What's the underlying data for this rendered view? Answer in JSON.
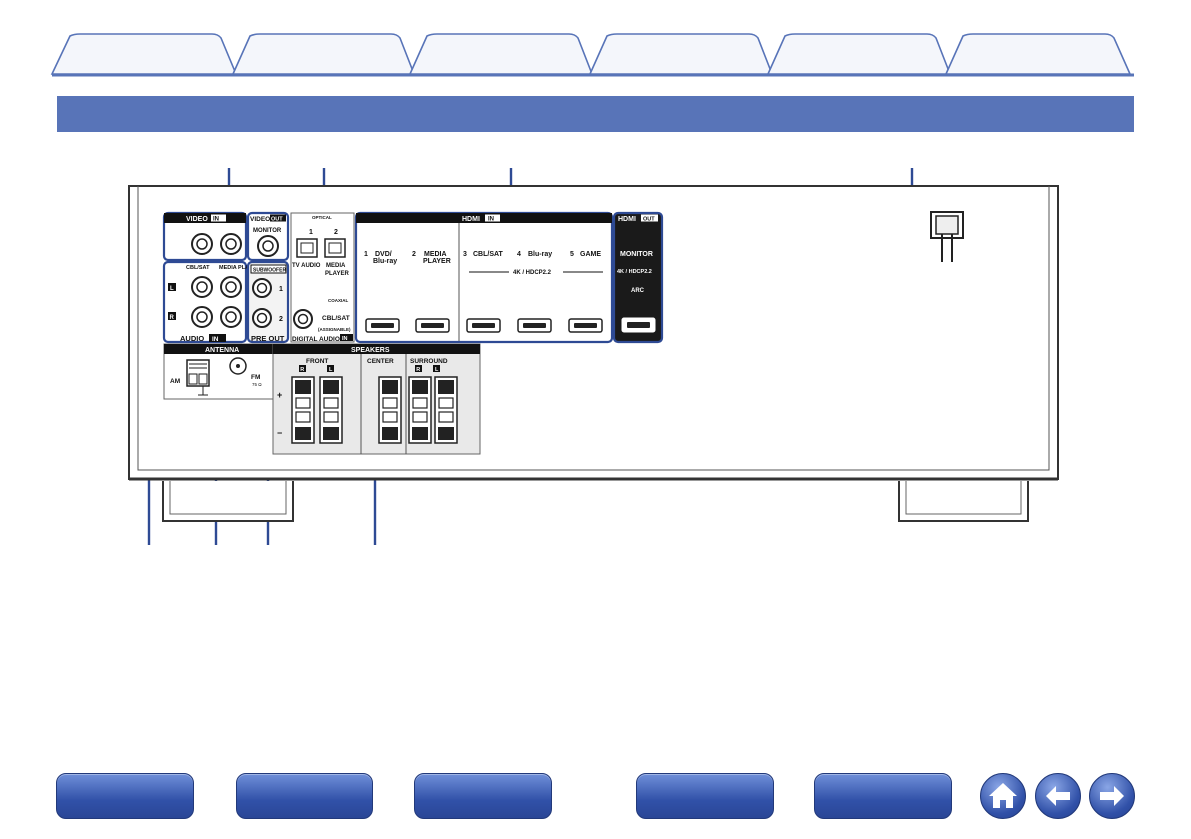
{
  "tabs": [
    {
      "label": ""
    },
    {
      "label": ""
    },
    {
      "label": ""
    },
    {
      "label": ""
    },
    {
      "label": ""
    },
    {
      "label": ""
    }
  ],
  "section_title": "",
  "panel": {
    "video_in": {
      "title": "VIDEO",
      "badge": "IN",
      "labels": [
        "CBL/SAT",
        "MEDIA PLAYER"
      ]
    },
    "video_out": {
      "title": "VIDEO",
      "badge": "OUT",
      "label": "MONITOR"
    },
    "audio_in": {
      "title": "AUDIO",
      "badge": "IN",
      "ch_l": "L",
      "ch_r": "R"
    },
    "pre_out": {
      "title": "PRE OUT",
      "badge": "SUBWOOFER",
      "ports": [
        "1",
        "2"
      ]
    },
    "digital": {
      "optical": "OPTICAL",
      "opt_nums": [
        "1",
        "2"
      ],
      "opt_labels": [
        "TV AUDIO",
        "MEDIA",
        "PLAYER"
      ],
      "coaxial": "COAXIAL",
      "coax_label": "CBL/SAT",
      "assignable": "(ASSIGNABLE)",
      "title": "DIGITAL AUDIO",
      "badge": "IN"
    },
    "hdmi_in": {
      "title": "HDMI",
      "badge": "IN",
      "inputs": [
        {
          "num": "1",
          "name": "DVD/",
          "name2": "Blu-ray"
        },
        {
          "num": "2",
          "name": "MEDIA",
          "name2": "PLAYER"
        },
        {
          "num": "3",
          "name": "CBL/SAT",
          "name2": ""
        },
        {
          "num": "4",
          "name": "Blu-ray",
          "name2": ""
        },
        {
          "num": "5",
          "name": "GAME",
          "name2": ""
        }
      ],
      "hdcp": "4K / HDCP2.2"
    },
    "hdmi_out": {
      "title": "HDMI",
      "badge": "OUT",
      "label": "MONITOR",
      "hdcp": "4K / HDCP2.2",
      "arc": "ARC"
    },
    "antenna": {
      "title": "ANTENNA",
      "am": "AM",
      "fm": "FM",
      "fm_ohm": "75 Ω"
    },
    "speakers": {
      "title": "SPEAKERS",
      "front": "FRONT",
      "center": "CENTER",
      "surround": "SURROUND",
      "r": "R",
      "l": "L",
      "plus": "+",
      "minus": "−"
    }
  },
  "bottom_nav": [
    {
      "label": ""
    },
    {
      "label": ""
    },
    {
      "label": ""
    },
    {
      "label": ""
    },
    {
      "label": ""
    }
  ],
  "icons": {
    "home": "home-icon",
    "back": "arrow-left-icon",
    "forward": "arrow-right-icon"
  },
  "colors": {
    "accent": "#5874b8",
    "callout": "#2e4a94",
    "panel_bg": "#ffffff",
    "hdmi_out_bg": "#1a1a1a"
  }
}
